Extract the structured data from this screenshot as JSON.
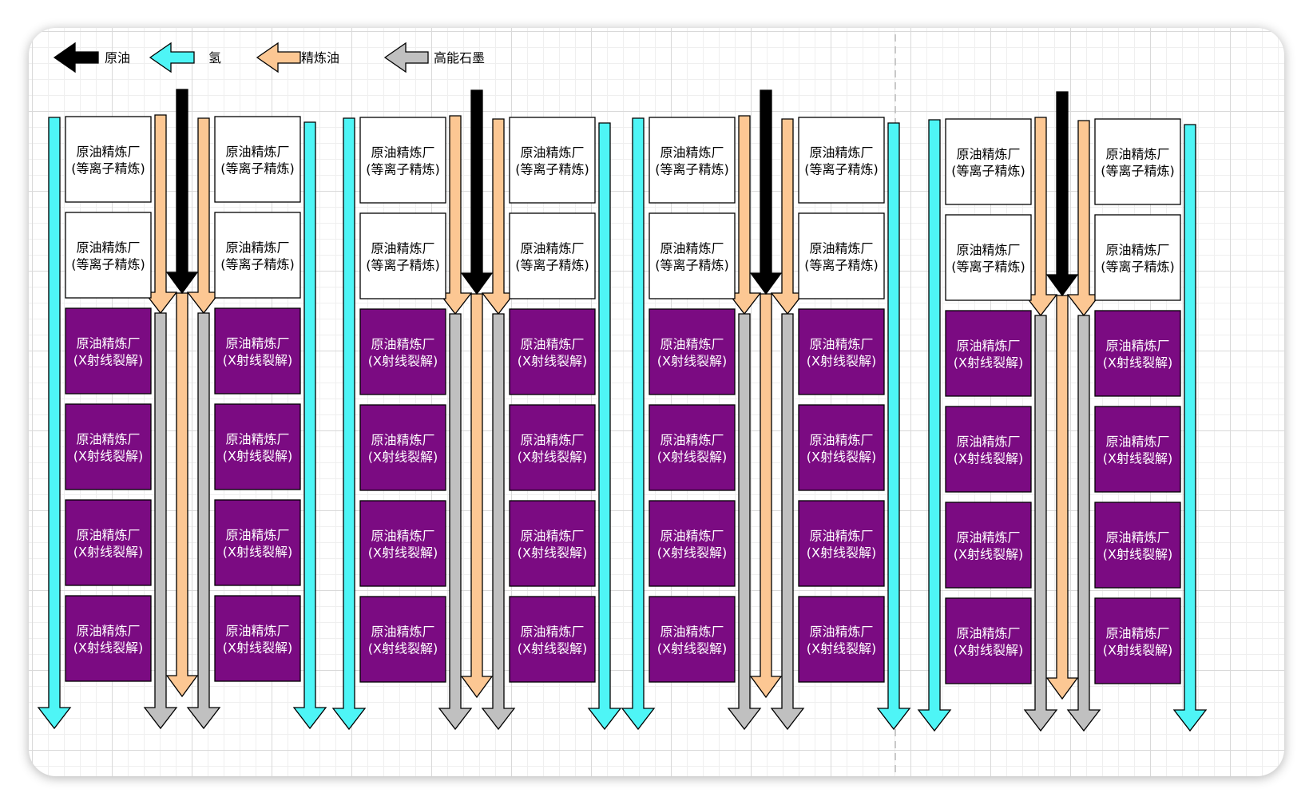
{
  "colors": {
    "crude_oil": "#000000",
    "hydrogen": "#4ef5f6",
    "refined_oil": "#fcc793",
    "graphite": "#c0c0c0",
    "plasma_fill": "#ffffff",
    "xray_fill": "#7b0b82",
    "page_divider": "#b8b8b8"
  },
  "legend": {
    "crude_oil": "原油",
    "hydrogen": "氢",
    "refined_oil": "精炼油",
    "graphite": "高能石墨"
  },
  "icons": {
    "crude_oil": "arrow-left-icon",
    "hydrogen": "arrow-left-icon",
    "refined_oil": "arrow-left-icon",
    "graphite": "arrow-left-icon"
  },
  "plant_types": {
    "plasma": {
      "line1": "原油精炼厂",
      "line2": "(等离子精炼)"
    },
    "xray": {
      "line1": "原油精炼厂",
      "line2": "(X射线裂解)"
    }
  },
  "layout_summary": {
    "blocks": 4,
    "columns_per_block": 2,
    "plasma_refineries_per_column": 2,
    "xray_refineries_per_column": 4
  }
}
